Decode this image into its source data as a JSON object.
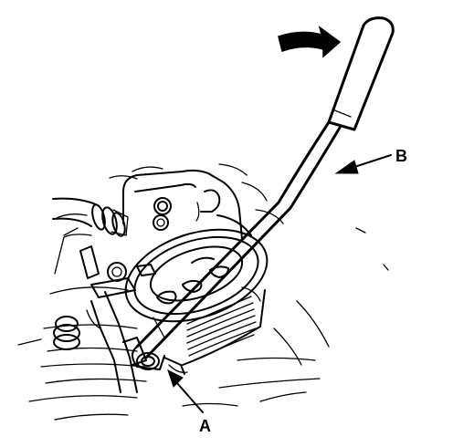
{
  "callouts": [
    {
      "id": "A",
      "text": "A"
    },
    {
      "id": "B",
      "text": "B"
    }
  ]
}
